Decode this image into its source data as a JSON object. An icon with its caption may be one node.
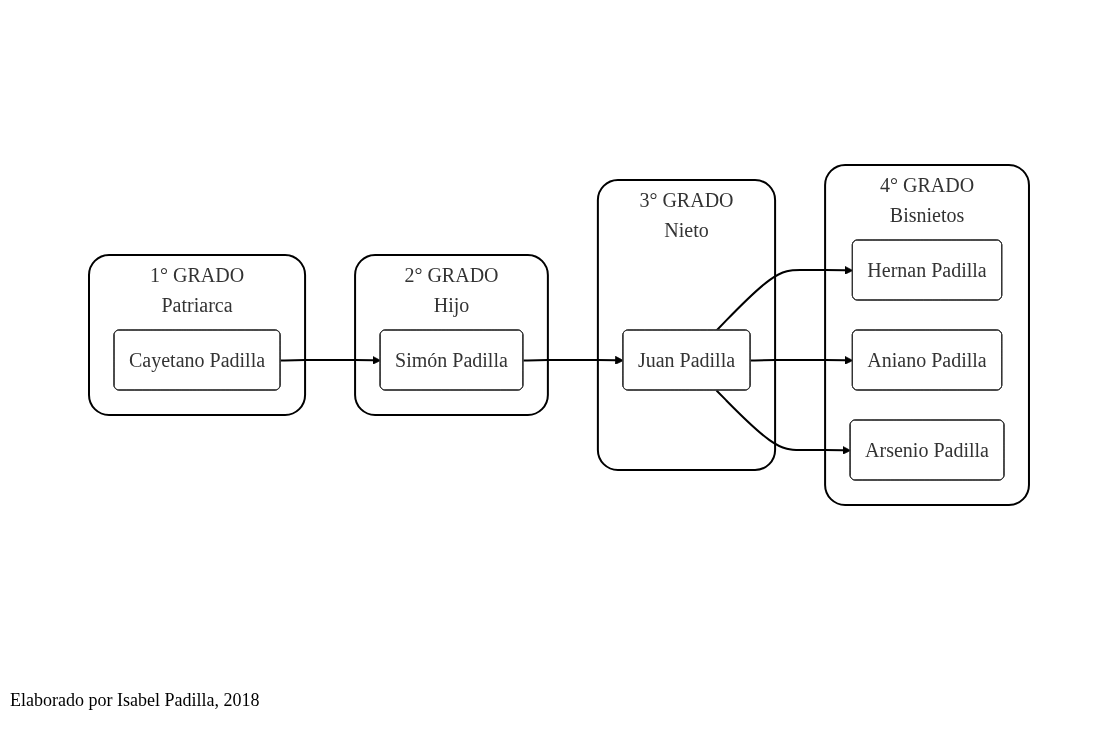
{
  "diagram": {
    "caption": "Elaborado por Isabel Padilla, 2018",
    "nodes": [
      {
        "text": [
          "1° GRADO",
          "Patriarca"
        ]
      },
      {
        "text": [
          "Cayetano Padilla"
        ],
        "in": 0
      },
      {
        "text": [
          "2° GRADO",
          "Hijo"
        ]
      },
      {
        "text": [
          "Simón Padilla"
        ],
        "in": 2
      },
      {
        "text": [
          "3° GRADO",
          "Nieto"
        ]
      },
      {
        "text": [
          "Juan Padilla"
        ],
        "in": 4
      },
      {
        "text": [
          "4° GRADO",
          "Bisnietos"
        ]
      },
      {
        "text": [
          "Hernan Padilla"
        ],
        "in": 6
      },
      {
        "text": [
          "Aniano Padilla"
        ],
        "in": 6
      },
      {
        "text": [
          "Arsenio Padilla"
        ],
        "in": 6
      }
    ],
    "edges": [
      {
        "from": 1,
        "to": 3,
        "arrow": "to"
      },
      {
        "from": 3,
        "to": 5,
        "arrow": "to"
      },
      {
        "from": 5,
        "to": 7,
        "arrow": "to"
      },
      {
        "from": 5,
        "to": 8,
        "arrow": "to"
      },
      {
        "from": 5,
        "to": 9,
        "arrow": "to"
      }
    ]
  }
}
